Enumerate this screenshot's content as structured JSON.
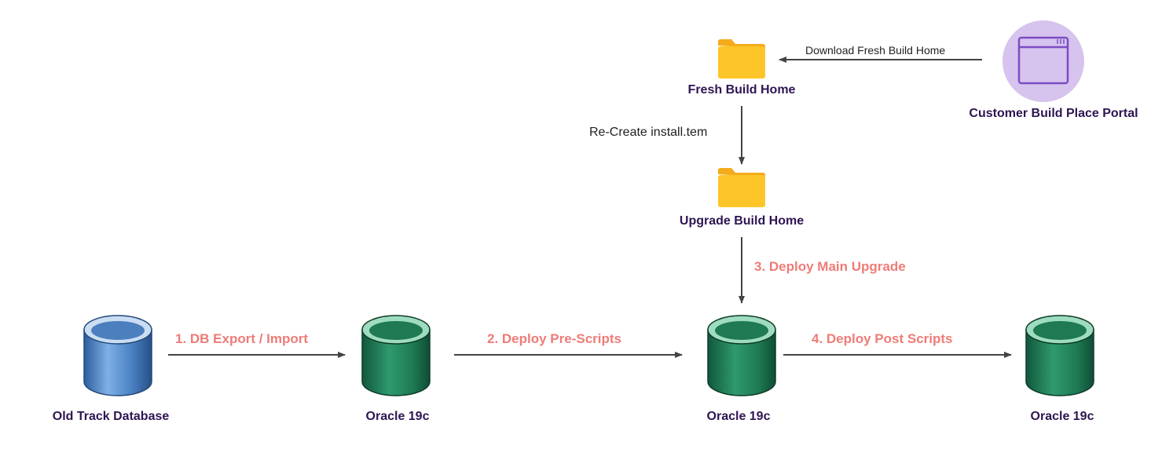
{
  "nodes": {
    "portal": "Customer Build Place Portal",
    "fresh_home": "Fresh Build Home",
    "upgrade_home": "Upgrade Build Home",
    "old_db": "Old Track Database",
    "oracle_a": "Oracle 19c",
    "oracle_b": "Oracle 19c",
    "oracle_c": "Oracle 19c"
  },
  "edges": {
    "download": "Download Fresh Build Home",
    "recreate": "Re-Create install.tem",
    "step1": "1. DB Export / Import",
    "step2": "2. Deploy Pre-Scripts",
    "step3": "3. Deploy Main Upgrade",
    "step4": "4. Deploy Post Scripts"
  },
  "colors": {
    "step_text": "#ee7c78",
    "node_text": "#2e1552",
    "arrow": "#444444",
    "folder": "#fdc528",
    "folder_tab": "#f4ab1c",
    "portal_bg": "#d6c3ee",
    "portal_stroke": "#7c4cc2",
    "old_db_fill": "#5b8ec8",
    "oracle_fill": "#2c8a64"
  }
}
